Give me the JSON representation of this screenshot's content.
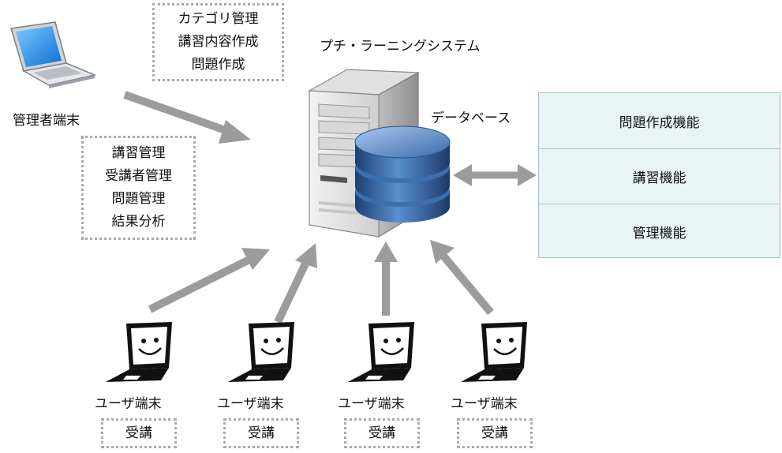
{
  "system_title": "プチ・ラーニングシステム",
  "database_label": "データベース",
  "admin": {
    "terminal_label": "管理者端末",
    "top_tasks": [
      "カテゴリ管理",
      "講習内容作成",
      "問題作成"
    ],
    "side_tasks": [
      "講習管理",
      "受講者管理",
      "問題管理",
      "結果分析"
    ]
  },
  "functions": [
    "問題作成機能",
    "講習機能",
    "管理機能"
  ],
  "users": [
    {
      "label": "ユーザ端末",
      "task": "受講"
    },
    {
      "label": "ユーザ端末",
      "task": "受講"
    },
    {
      "label": "ユーザ端末",
      "task": "受講"
    },
    {
      "label": "ユーザ端末",
      "task": "受講"
    }
  ],
  "colors": {
    "arrow": "#9c9c9c",
    "panel_bg": "#e9f4f4",
    "panel_border": "#a8c6c6",
    "db_blue": "#2f5f9a",
    "laptop_screen": "#1e8fe6"
  }
}
